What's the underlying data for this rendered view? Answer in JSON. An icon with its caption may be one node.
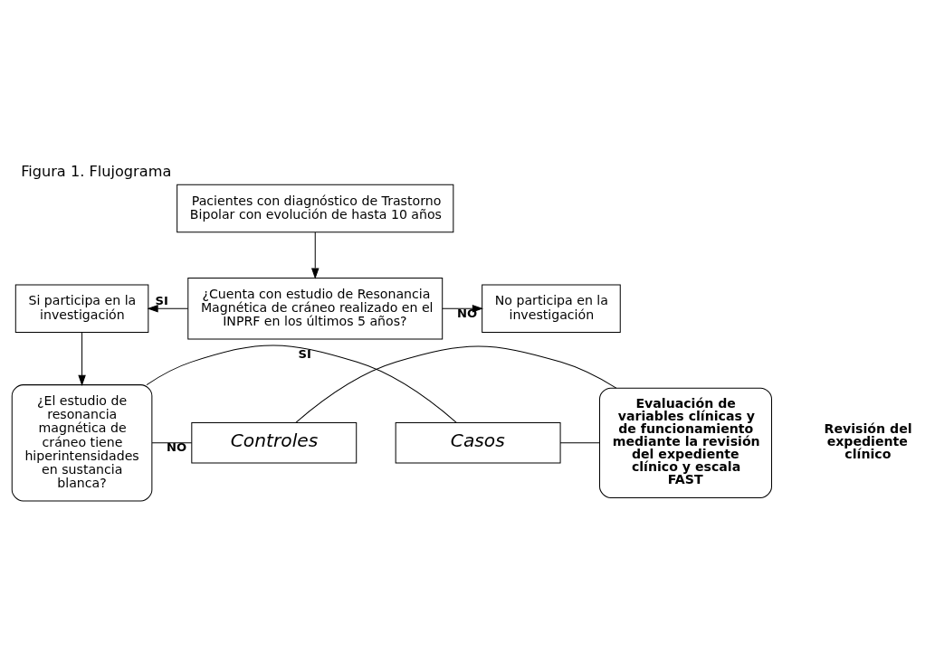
{
  "diagram": {
    "title": "Figura 1. Flujograma",
    "nodes": [
      {
        "text": [
          "Pacientes con diagnóstico de Trastorno Bipolar con evolución de hasta 10 años"
        ]
      },
      {
        "text": [
          "¿Cuenta con estudio de Resonancia Magnética de cráneo realizado en el INPRF en los últimos 5 años?"
        ]
      },
      {
        "text": [
          "Si participa en la investigación"
        ]
      },
      {
        "text": [
          "No participa en la investigación"
        ]
      },
      {
        "text": [
          "¿El estudio de resonancia magnética de cráneo tiene hiperintensidades en sustancia blanca?"
        ]
      },
      {
        "text": [
          "Casos"
        ]
      },
      {
        "text": [
          "Controles"
        ]
      },
      {
        "text": [
          "Evaluación de variables clínicas y de funcionamiento mediante la revisión del expediente clínico y escala FAST"
        ]
      }
    ],
    "edges": [
      {
        "from": 0,
        "to": 1,
        "arrow": "to"
      },
      {
        "from": 1,
        "to": 2,
        "arrow": "to",
        "label": "SI"
      },
      {
        "from": 1,
        "to": 3,
        "arrow": "to",
        "label": "NO"
      },
      {
        "from": 2,
        "to": 4,
        "arrow": "to"
      },
      {
        "from": 4,
        "to": 5,
        "arrow": "none",
        "label": "SI"
      },
      {
        "from": 4,
        "to": 6,
        "arrow": "none",
        "label": "NO"
      },
      {
        "from": 5,
        "to": 7,
        "arrow": "none"
      },
      {
        "from": 6,
        "to": 7,
        "arrow": "none"
      }
    ],
    "labels": [
      "Revisión del expediente clínico"
    ]
  }
}
